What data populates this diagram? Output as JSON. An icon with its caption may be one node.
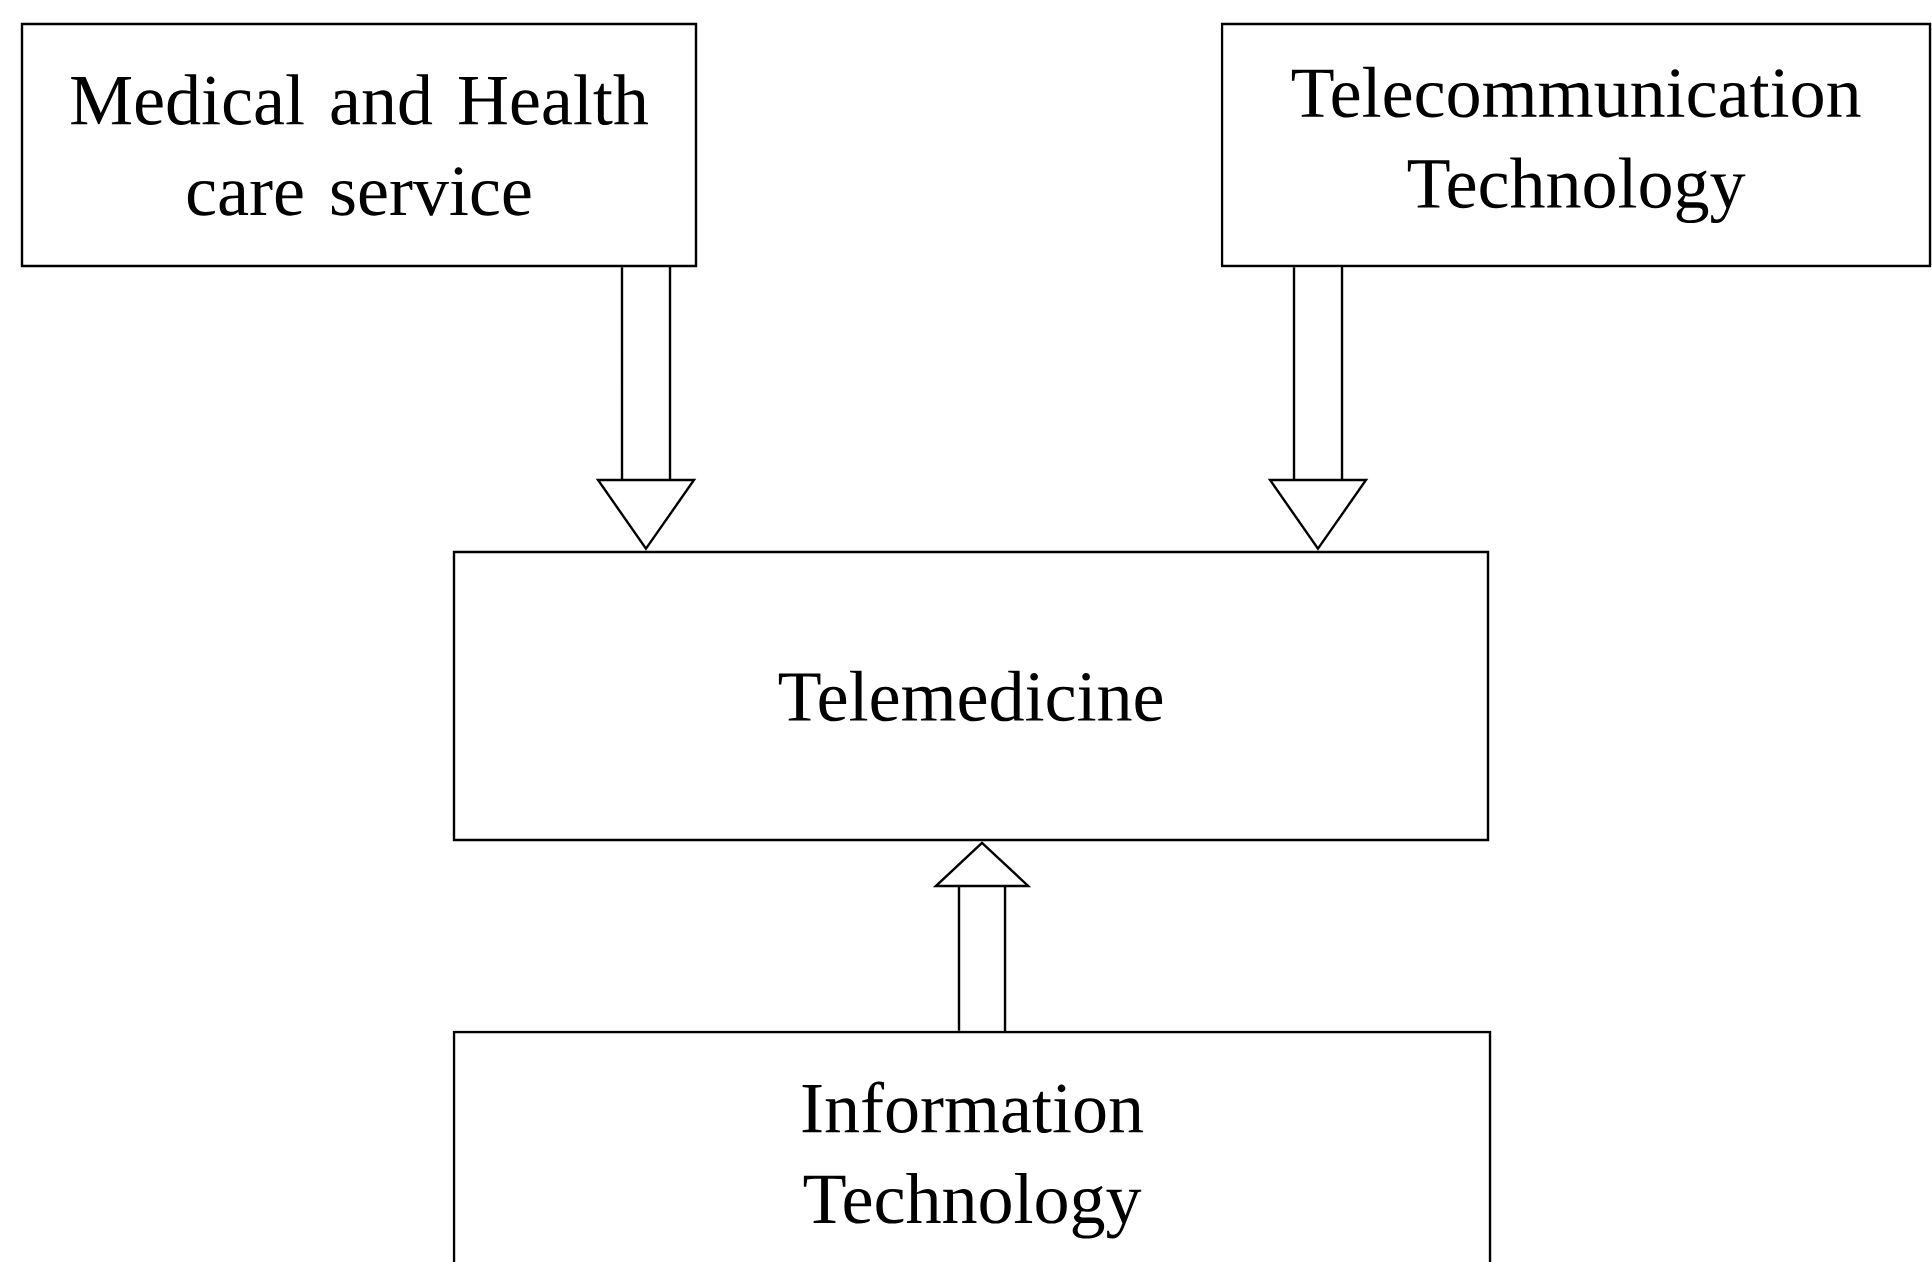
{
  "diagram": {
    "nodes": [
      {
        "text": [
          "Medical and Health care service"
        ]
      },
      {
        "text": [
          "Telecommunication Technology"
        ]
      },
      {
        "text": [
          "Telemedicine"
        ]
      },
      {
        "text": [
          "Information Technology"
        ]
      }
    ],
    "edges": [
      {
        "from": 0,
        "to": 2,
        "arrow": "to"
      },
      {
        "from": 1,
        "to": 2,
        "arrow": "to"
      },
      {
        "from": 3,
        "to": 2,
        "arrow": "to"
      }
    ]
  }
}
